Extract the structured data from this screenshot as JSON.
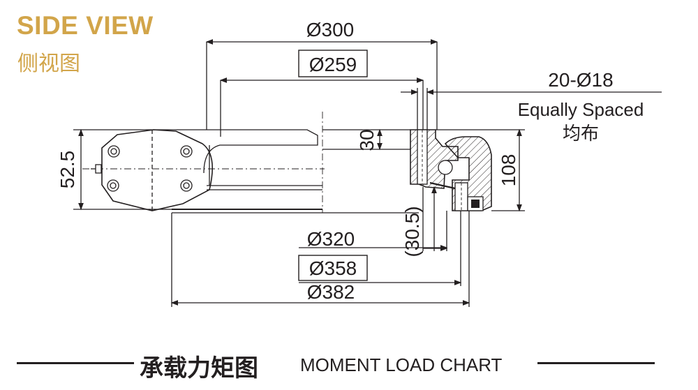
{
  "header": {
    "title_en": "SIDE VIEW",
    "title_cn": "侧视图"
  },
  "dimensions": {
    "d300": "Ø300",
    "d259": "Ø259",
    "d320": "Ø320",
    "d358": "Ø358",
    "d382": "Ø382",
    "h52_5": "52.5",
    "h30": "30",
    "h30_5": "(30.5)",
    "h108": "108"
  },
  "holes": {
    "spec": "20-Ø18",
    "note_en": "Equally Spaced",
    "note_cn": "均布"
  },
  "footer": {
    "title_cn": "承载力矩图",
    "title_en": "MOMENT LOAD CHART"
  },
  "colors": {
    "accent": "#d2a54a",
    "ink": "#231f20"
  }
}
